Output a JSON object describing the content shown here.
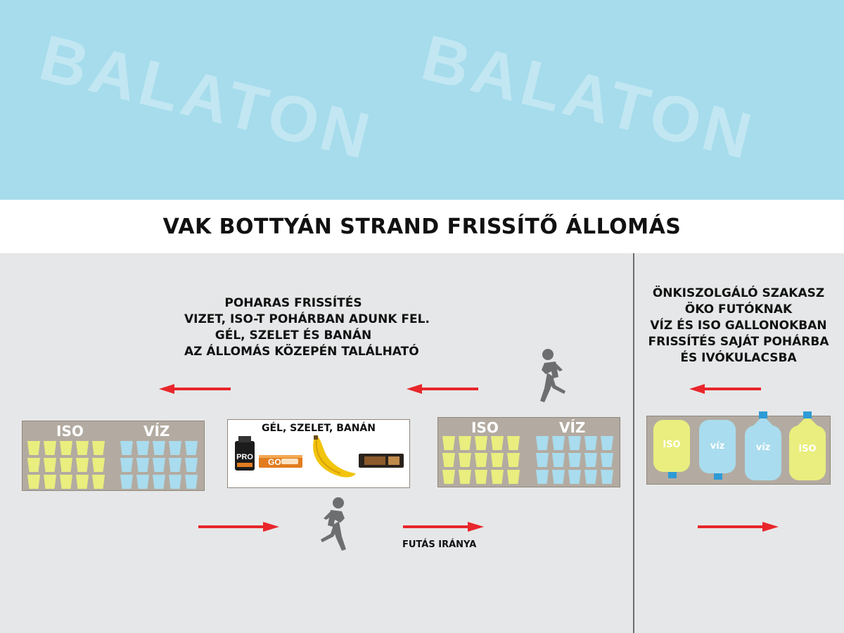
{
  "lake": {
    "watermark_1": "BALATON",
    "watermark_2": "BALATON",
    "color": "#a6dcec"
  },
  "title": "VAK BOTTYÁN STRAND FRISSÍTŐ ÁLLOMÁS",
  "cup_section": {
    "info_lines": [
      "POHARAS FRISSÍTÉS",
      "VIZET, ISO-T POHÁRBAN ADUNK FEL.",
      "GÉL, SZELET ÉS BANÁN",
      "AZ ÁLLOMÁS KÖZEPÉN TALÁLHATÓ"
    ],
    "station_1": {
      "iso_label": "ISO",
      "viz_label": "VÍZ"
    },
    "station_2": {
      "iso_label": "ISO",
      "viz_label": "VÍZ"
    },
    "food_table": {
      "label": "GÉL, SZELET, BANÁN",
      "gel_text": "PRO",
      "bar_text": "GO"
    },
    "direction_label": "FUTÁS IRÁNYA"
  },
  "self_service": {
    "info_lines": [
      "ÖNKISZOLGÁLÓ SZAKASZ",
      "ÖKO FUTÓKNAK",
      "VÍZ ÉS ISO GALLONOKBAN",
      "FRISSÍTÉS SAJÁT POHÁRBA",
      "ÉS IVÓKULACSBA"
    ],
    "gallon_labels": [
      "ISO",
      "víz",
      "víz",
      "ISO"
    ]
  },
  "colors": {
    "iso_yellow": "#e9ee7e",
    "water_blue": "#a9dcee",
    "arrow_red": "#e8262b",
    "station_gray": "#b3aba1",
    "runner_gray": "#6d6e70"
  }
}
